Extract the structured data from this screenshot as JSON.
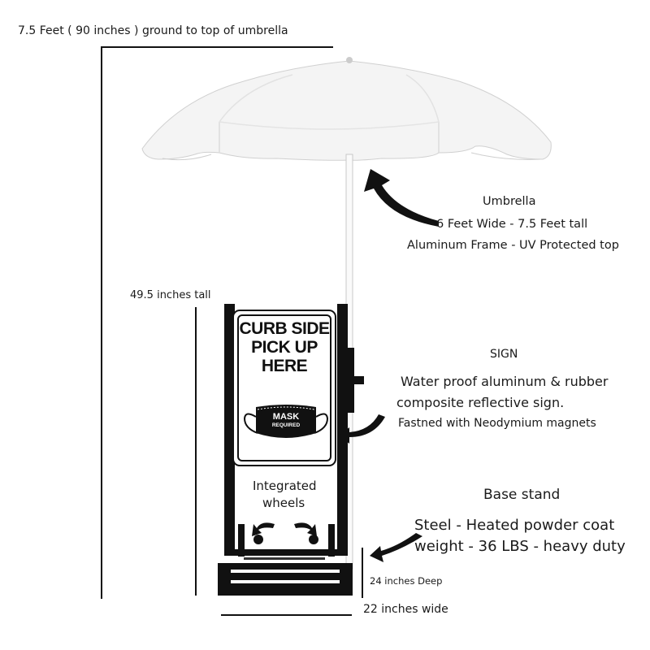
{
  "dimensions": {
    "height_total": "7.5 Feet ( 90 inches ) ground to top of umbrella",
    "stand_height": "49.5 inches tall",
    "depth": "24 inches Deep",
    "width": "22 inches wide"
  },
  "umbrella": {
    "title": "Umbrella",
    "line1": "6 Feet Wide - 7.5 Feet tall",
    "line2": "Aluminum Frame - UV Protected top"
  },
  "sign": {
    "title": "SIGN",
    "line1": "Water proof aluminum & rubber",
    "line2": "composite reflective sign.",
    "line3": "Fastned with Neodymium magnets",
    "headline": [
      "CURB SIDE",
      "PICK UP",
      "HERE"
    ],
    "mask_line1": "MASK",
    "mask_line2": "REQUIRED"
  },
  "wheels": {
    "line1": "Integrated",
    "line2": "wheels"
  },
  "base": {
    "title": "Base stand",
    "line1": "Steel - Heated powder coat",
    "line2": "weight - 36 LBS - heavy duty"
  },
  "colors": {
    "frame": "#111111",
    "canopy": "#f4f4f4",
    "background": "#ffffff"
  }
}
